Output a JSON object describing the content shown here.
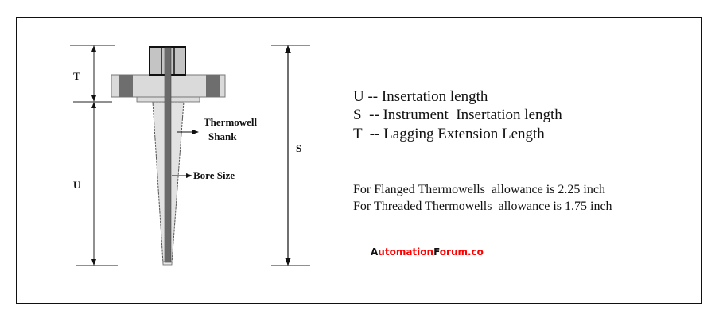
{
  "labels": {
    "t": "T",
    "u": "U",
    "s": "S",
    "thermowell": "Thermowell",
    "shank": "Shank",
    "bore_size": "Bore Size"
  },
  "legend": [
    "U -- Insertation length",
    "S  -- Instrument  Insertation length",
    "T  -- Lagging Extension Length"
  ],
  "notes": [
    "For Flanged Thermowells  allowance is 2.25 inch",
    "For Threaded Thermowells  allowance is 1.75 inch"
  ],
  "watermark": {
    "first_letter": "A",
    "text_a": "utomation",
    "letter_f": "F",
    "text_b": "orum.co",
    "colors": {
      "dark": "#111111",
      "red": "#ff0000"
    }
  }
}
